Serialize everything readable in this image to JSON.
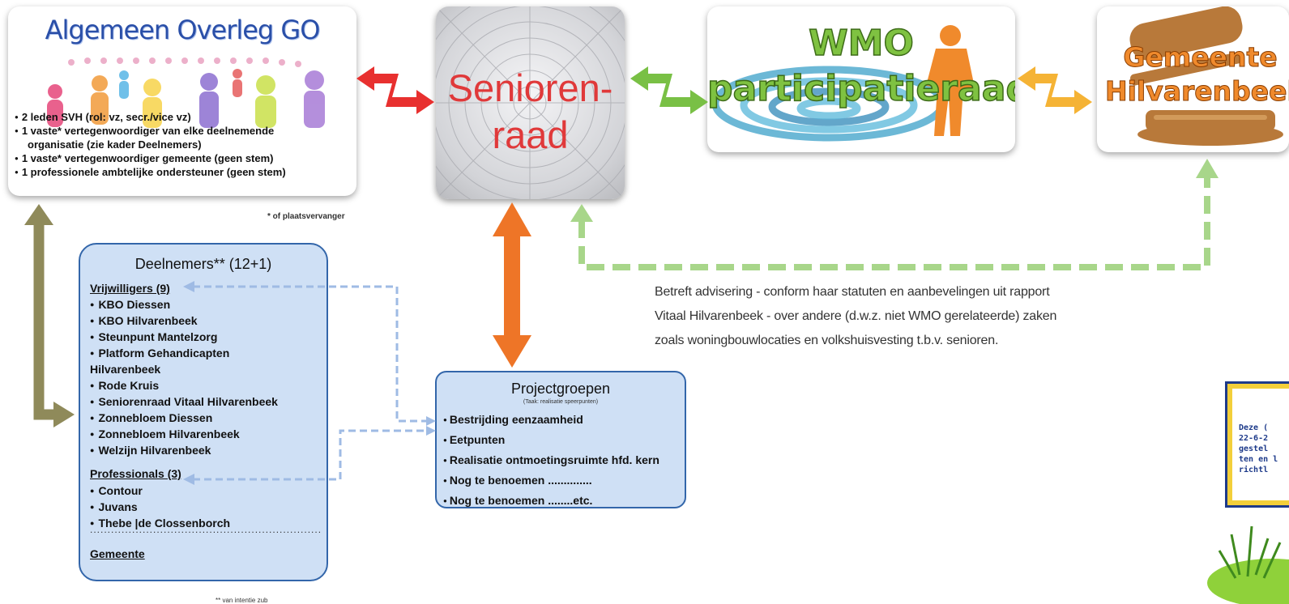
{
  "overleg": {
    "title": "Algemeen Overleg GO",
    "bullets": [
      "2 leden SVH (rol: vz, secr./vice vz)",
      "1 vaste* vertegenwoordiger van elke deelnemende",
      "organisatie (zie kader Deelnemers)",
      "1 vaste* vertegenwoordiger gemeente (geen stem)",
      "1 professionele ambtelijke ondersteuner (geen stem)"
    ],
    "footnote": "* of plaatsvervanger"
  },
  "seniorenraad": {
    "line1": "Senioren-",
    "line2": "raad"
  },
  "wmo": {
    "line1": "WMO",
    "line2": "participatieraad"
  },
  "gemeente_box": {
    "line1": "Gemeente",
    "line2": "Hilvarenbeek"
  },
  "deelnemers": {
    "title": "Deelnemers** (12+1)",
    "vrijwilligers_label": "Vrijwilligers (9)",
    "vrijwilligers": [
      "KBO Diessen",
      "KBO Hilvarenbeek",
      "Steunpunt Mantelzorg",
      "Platform Gehandicapten",
      "Hilvarenbeek",
      "Rode Kruis",
      "Seniorenraad Vitaal Hilvarenbeek",
      "Zonnebloem Diessen",
      "Zonnebloem Hilvarenbeek",
      "Welzijn Hilvarenbeek"
    ],
    "professionals_label": "Professionals (3)",
    "professionals": [
      "Contour",
      "Juvans",
      "Thebe |de Clossenborch"
    ],
    "dots": "..................................................................",
    "gemeente_label": "Gemeente",
    "footnote": "** van intentie zub"
  },
  "projectgroepen": {
    "title": "Projectgroepen",
    "subtitle": "(Taak: realisatie speerpunten)",
    "items": [
      "Bestrijding eenzaamheid",
      "Eetpunten",
      "Realisatie ontmoetingsruimte hfd. kern",
      "Nog te benoemen ..............",
      "Nog te benoemen ........etc."
    ]
  },
  "advies": {
    "lines": [
      "Betreft advisering - conform haar statuten en aanbevelingen uit rapport",
      "Vitaal Hilvarenbeek - over andere (d.w.z. niet WMO gerelateerde) zaken",
      "zoals woningbouwlocaties en volkshuisvesting t.b.v. senioren."
    ]
  },
  "note": {
    "text": "Deze (\n22-6-2\ngestel\nten en l\nrichtl"
  },
  "colors": {
    "red_arrow": "#e8302f",
    "green_arrow": "#79c045",
    "yellow_arrow": "#f5b335",
    "olive_arrow": "#8f8a5a",
    "orange_arrow": "#ee7527",
    "dashed_green": "#a8d68a",
    "dashed_blue": "#9fbbe4",
    "box_fill": "#cfe0f5",
    "box_border": "#3366aa"
  }
}
